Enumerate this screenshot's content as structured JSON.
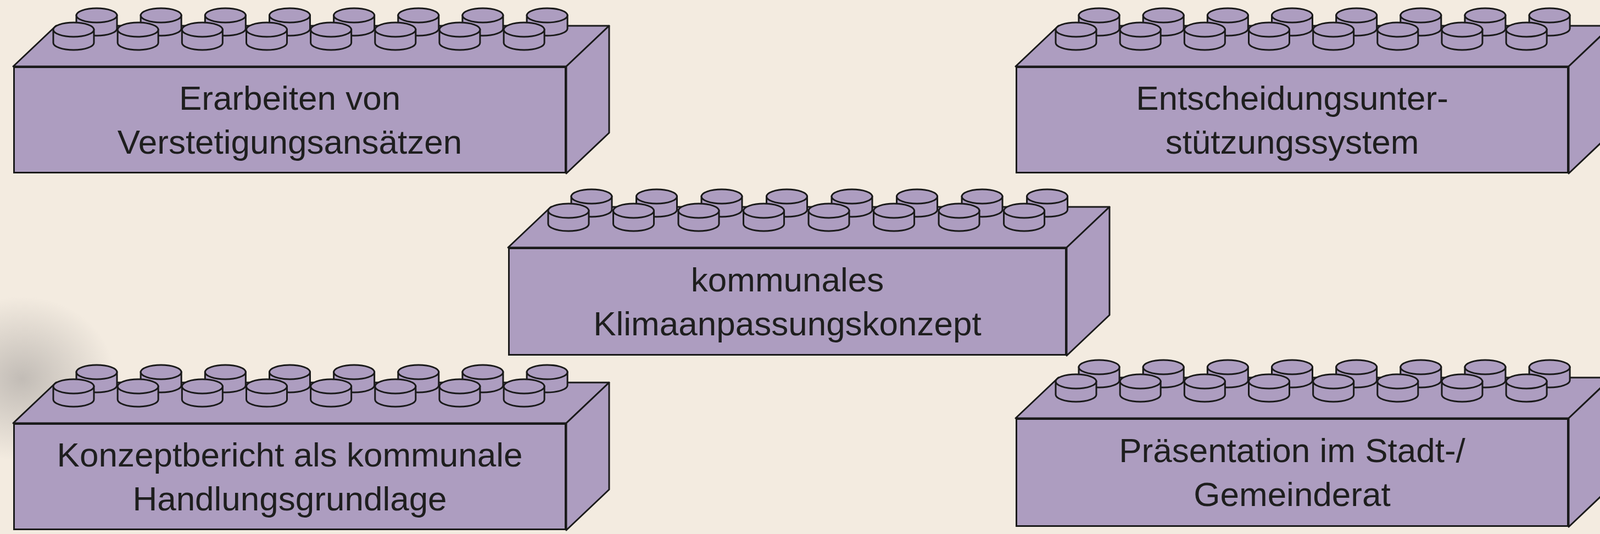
{
  "diagram": {
    "nodes": [
      {
        "text": [
          "Erarbeiten von Verstetigungsansätzen"
        ]
      },
      {
        "text": [
          "Entscheidungsunter- stützungssystem"
        ]
      },
      {
        "text": [
          "kommunales Klimaanpassungskonzept"
        ]
      },
      {
        "text": [
          "Konzeptbericht als kommunale Handlungsgrundlage"
        ]
      },
      {
        "text": [
          "Präsentation im Stadt-/ Gemeinderat"
        ]
      }
    ]
  }
}
